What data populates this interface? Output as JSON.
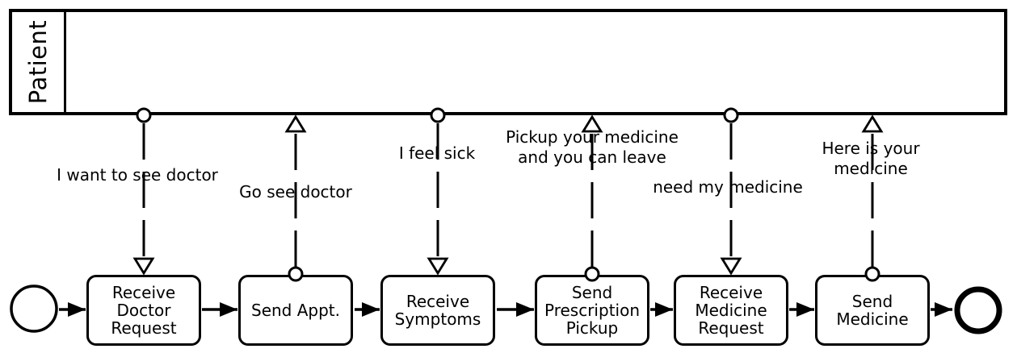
{
  "diagram": {
    "type": "bpmn-collaboration",
    "pool": {
      "label": "Patient"
    },
    "tasks": [
      {
        "label": "Receive\nDoctor\nRequest"
      },
      {
        "label": "Send Appt."
      },
      {
        "label": "Receive\nSymptoms"
      },
      {
        "label": "Send\nPrescription\nPickup"
      },
      {
        "label": "Receive\nMedicine\nRequest"
      },
      {
        "label": "Send\nMedicine"
      }
    ],
    "message_flows": [
      {
        "label": "I want to see doctor",
        "direction": "patient-to-process"
      },
      {
        "label": "Go see doctor",
        "direction": "process-to-patient"
      },
      {
        "label": "I feel sick",
        "direction": "patient-to-process"
      },
      {
        "label": "Pickup your medicine\nand you can leave",
        "direction": "process-to-patient"
      },
      {
        "label": "need my medicine",
        "direction": "patient-to-process"
      },
      {
        "label": "Here is your medicine",
        "direction": "process-to-patient"
      }
    ],
    "colors": {
      "stroke": "#000000",
      "shape_fill": "#ffffff"
    }
  }
}
